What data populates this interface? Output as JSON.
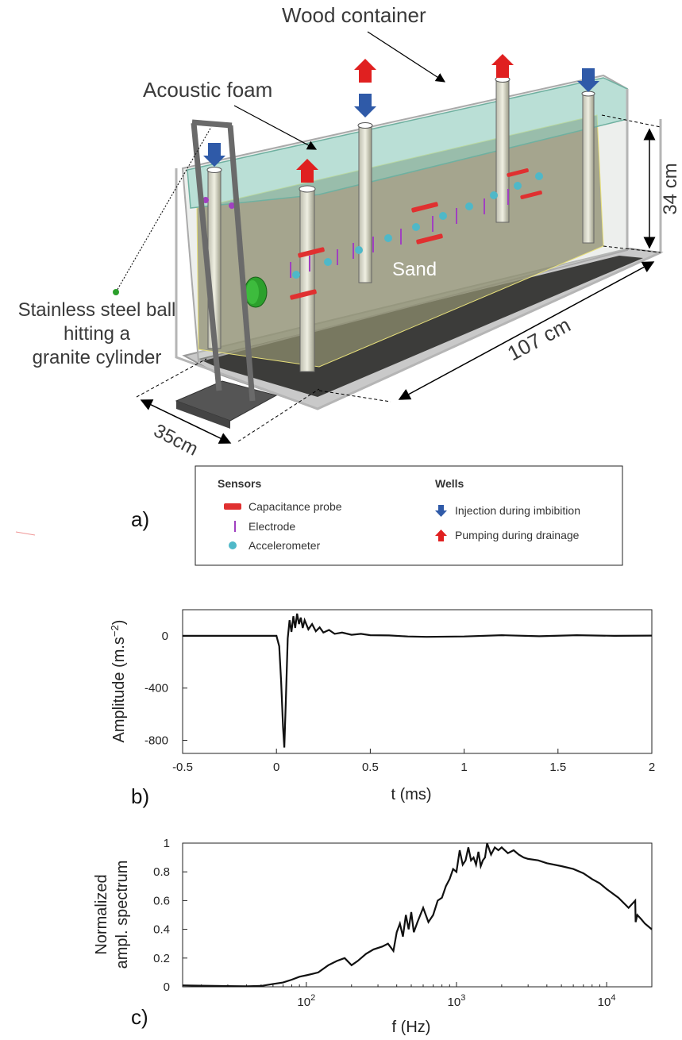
{
  "panel_a": {
    "tag": "a)",
    "labels": {
      "wood_container": "Wood container",
      "acoustic_foam": "Acoustic foam",
      "sand": "Sand",
      "ball_line1": "Stainless steel ball",
      "ball_line2": "hitting a",
      "ball_line3": "granite cylinder",
      "height": "34 cm",
      "length": "107 cm",
      "width": "35cm"
    },
    "legend": {
      "sensors_title": "Sensors",
      "capacitance": "Capacitance probe",
      "electrode": "Electrode",
      "accelerometer": "Accelerometer",
      "wells_title": "Wells",
      "injection": "Injection during imbibition",
      "pumping": "Pumping  during drainage"
    },
    "colors": {
      "injection_arrow": "#2f5aa8",
      "pumping_arrow": "#e02020",
      "probe": "#e03030",
      "electrode": "#a040c0",
      "accelerometer": "#4fb8c8",
      "sand": "#8a8a6a",
      "foam": "#9ad0c4",
      "cylinder": "#2ca02c"
    }
  },
  "panel_b": {
    "tag": "b)",
    "xlabel": "t (ms)",
    "ylabel": "Amplitude (m.s",
    "ylabel_sup": "−2",
    "ylabel_close": ")"
  },
  "panel_c": {
    "tag": "c)",
    "xlabel": "f (Hz)",
    "ylabel_line1": "Normalized",
    "ylabel_line2": "ampl. spectrum"
  },
  "chart_data": [
    {
      "type": "line",
      "xlabel": "t (ms)",
      "ylabel": "Amplitude (m.s−2)",
      "xlim": [
        -0.5,
        2
      ],
      "ylim": [
        -900,
        200
      ],
      "xticks": [
        -0.5,
        0,
        0.5,
        1,
        1.5,
        2
      ],
      "xtick_labels": [
        "-0.5",
        "0",
        "0.5",
        "1",
        "1.5",
        "2"
      ],
      "yticks": [
        0,
        -400,
        -800
      ],
      "ytick_labels": [
        "0",
        "-400",
        "-800"
      ],
      "series": [
        {
          "x": [
            -0.5,
            0.0,
            0.015,
            0.025,
            0.035,
            0.042,
            0.05,
            0.06,
            0.07,
            0.08,
            0.09,
            0.1,
            0.11,
            0.12,
            0.13,
            0.14,
            0.15,
            0.17,
            0.19,
            0.21,
            0.23,
            0.25,
            0.28,
            0.31,
            0.35,
            0.4,
            0.45,
            0.5,
            0.6,
            0.7,
            0.8,
            1.0,
            1.2,
            1.4,
            1.6,
            1.8,
            2.0
          ],
          "y": [
            0,
            0,
            -80,
            -350,
            -700,
            -855,
            -500,
            -20,
            120,
            30,
            150,
            60,
            170,
            90,
            140,
            60,
            120,
            50,
            90,
            35,
            65,
            25,
            45,
            15,
            25,
            8,
            15,
            5,
            3,
            -5,
            -8,
            -5,
            5,
            -3,
            5,
            0,
            2
          ]
        }
      ],
      "grid": false
    },
    {
      "type": "line",
      "xlabel": "f (Hz)",
      "ylabel": "Normalized ampl. spectrum",
      "xscale": "log",
      "xlim": [
        15,
        20000
      ],
      "ylim": [
        0,
        1
      ],
      "xticks": [
        100,
        1000,
        10000
      ],
      "xtick_labels": [
        "10^2",
        "10^3",
        "10^4"
      ],
      "yticks": [
        0,
        0.2,
        0.4,
        0.6,
        0.8,
        1
      ],
      "ytick_labels": [
        "0",
        "0.2",
        "0.4",
        "0.6",
        "0.8",
        "1"
      ],
      "series": [
        {
          "x": [
            15,
            20,
            30,
            40,
            50,
            60,
            70,
            80,
            90,
            100,
            110,
            120,
            140,
            160,
            180,
            200,
            220,
            250,
            280,
            320,
            350,
            380,
            400,
            420,
            440,
            460,
            480,
            500,
            520,
            550,
            600,
            650,
            700,
            750,
            800,
            850,
            900,
            950,
            1000,
            1050,
            1100,
            1150,
            1200,
            1250,
            1300,
            1350,
            1400,
            1450,
            1500,
            1550,
            1600,
            1700,
            1800,
            1900,
            2000,
            2200,
            2400,
            2600,
            2800,
            3000,
            3500,
            4000,
            5000,
            6000,
            7000,
            8000,
            9000,
            10000,
            12000,
            14000,
            15500,
            15600,
            16000,
            17000,
            18000,
            20000
          ],
          "y": [
            0.01,
            0.008,
            0.005,
            0.004,
            0.006,
            0.02,
            0.03,
            0.05,
            0.07,
            0.08,
            0.09,
            0.1,
            0.15,
            0.18,
            0.2,
            0.15,
            0.18,
            0.23,
            0.26,
            0.28,
            0.3,
            0.25,
            0.38,
            0.44,
            0.35,
            0.5,
            0.4,
            0.52,
            0.38,
            0.45,
            0.55,
            0.45,
            0.5,
            0.6,
            0.62,
            0.7,
            0.75,
            0.82,
            0.8,
            0.95,
            0.85,
            0.88,
            0.97,
            0.88,
            0.9,
            0.85,
            0.94,
            0.84,
            0.88,
            0.9,
            1.0,
            0.92,
            0.97,
            0.95,
            0.97,
            0.93,
            0.95,
            0.92,
            0.9,
            0.89,
            0.88,
            0.86,
            0.84,
            0.82,
            0.79,
            0.75,
            0.72,
            0.68,
            0.62,
            0.55,
            0.6,
            0.45,
            0.5,
            0.47,
            0.44,
            0.4
          ]
        }
      ],
      "grid": false
    }
  ]
}
